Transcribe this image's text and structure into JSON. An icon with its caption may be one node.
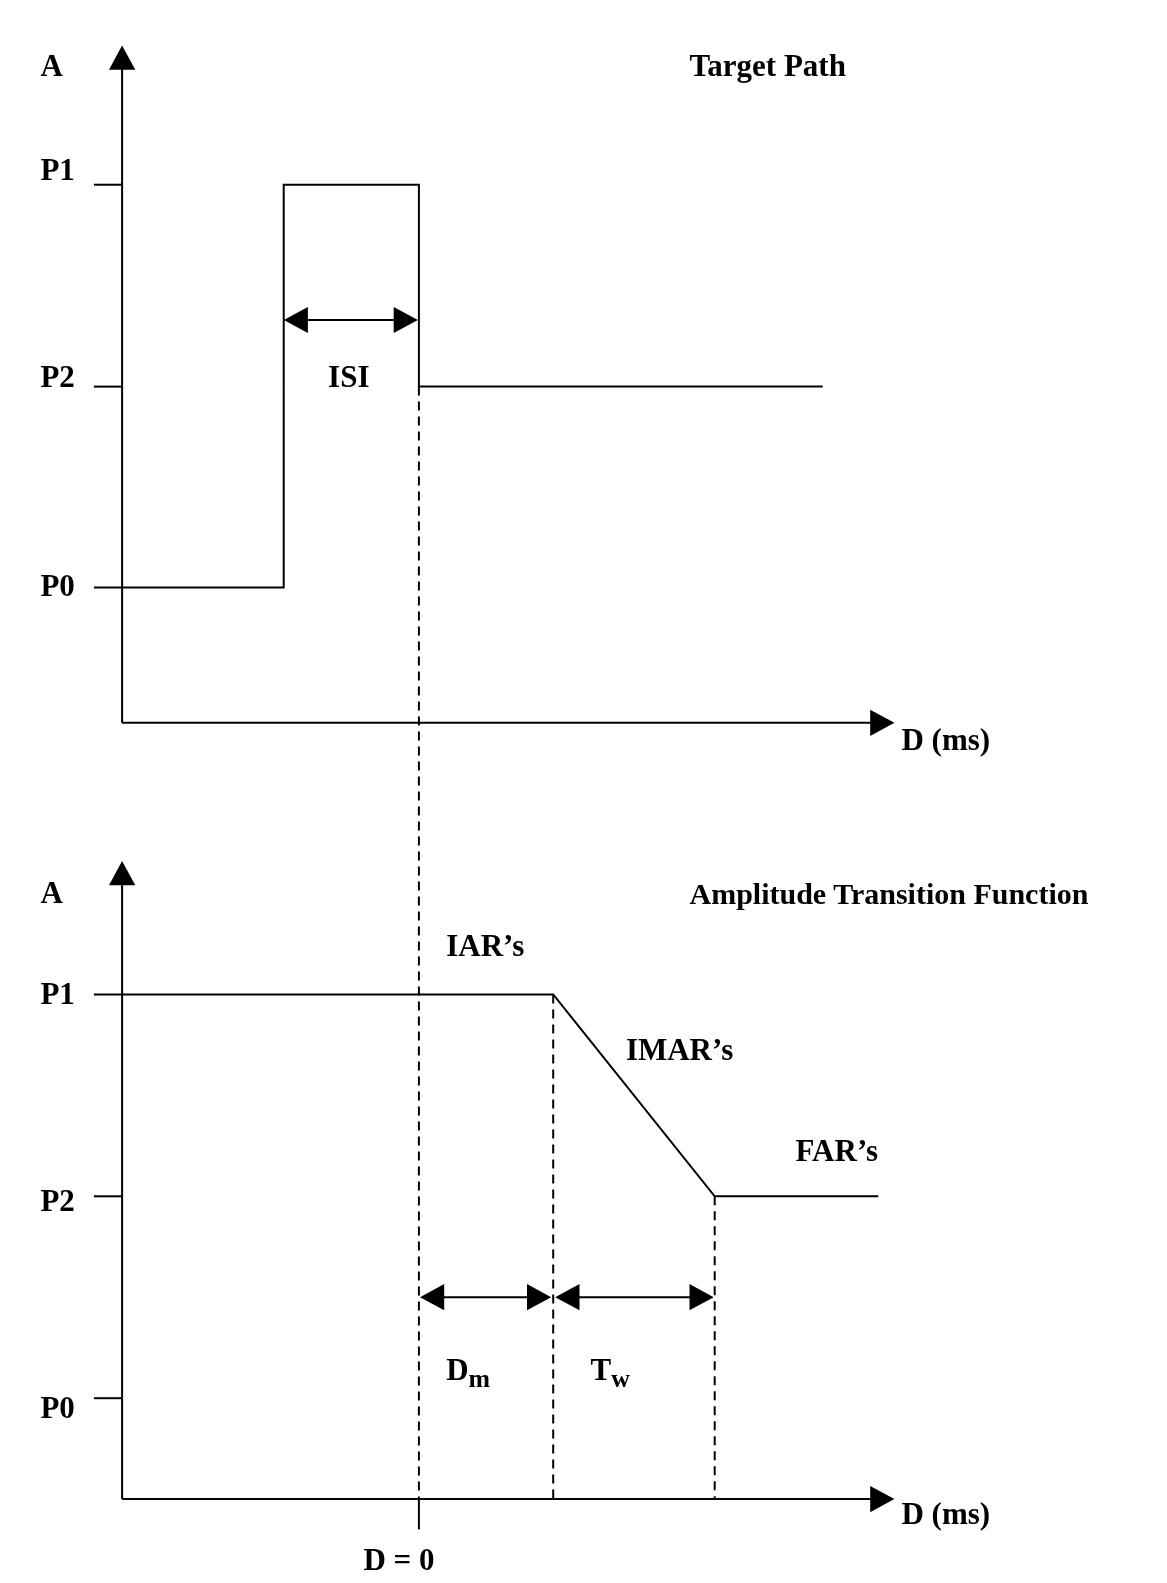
{
  "diagram": {
    "labels": [
      "A",
      "Target Path",
      "P1",
      "P2",
      "ISI",
      "P0",
      "D (ms)",
      "A",
      "Amplitude Transition Function",
      "IAR’s",
      "P1",
      "IMAR’s",
      "FAR’s",
      "P2",
      "D$_{m}$",
      "T$_{w}$",
      "P0",
      "D (ms)",
      "D = 0"
    ]
  }
}
